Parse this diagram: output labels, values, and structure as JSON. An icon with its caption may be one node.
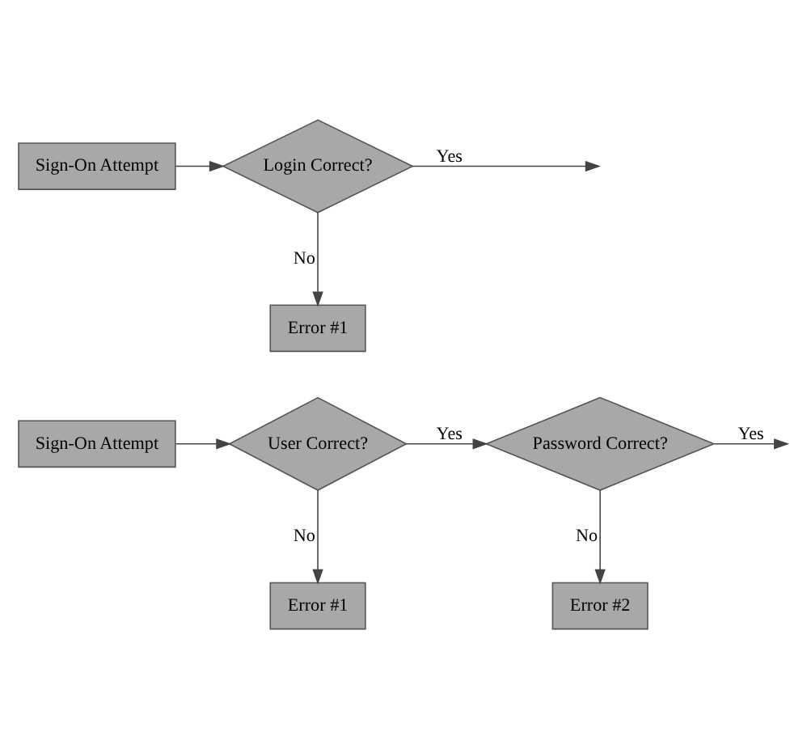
{
  "diagram": {
    "nodes": [
      {
        "text": [
          "Sign-On Attempt"
        ]
      },
      {
        "text": [
          "User Correct?"
        ]
      },
      {
        "text": [
          "Password Correct?"
        ]
      },
      {
        "text": [
          "Error #1"
        ]
      },
      {
        "text": [
          "Error #2"
        ]
      },
      {
        "text": [
          "Sign-On Attempt"
        ]
      },
      {
        "text": [
          "Login Correct?"
        ]
      },
      {
        "text": [
          "Error #1"
        ]
      }
    ],
    "edges": [
      {
        "from": 0,
        "to": 1,
        "arrow": "to"
      },
      {
        "from": 1,
        "to": 2,
        "arrow": "to",
        "label": "Yes"
      },
      {
        "from": 2,
        "to": null,
        "arrow": "to",
        "label": "Yes"
      },
      {
        "from": 1,
        "to": 3,
        "arrow": "to",
        "label": "No"
      },
      {
        "from": 2,
        "to": 4,
        "arrow": "to",
        "label": "No"
      },
      {
        "from": 5,
        "to": 6,
        "arrow": "to"
      },
      {
        "from": 6,
        "to": null,
        "arrow": "to",
        "label": "Yes"
      },
      {
        "from": 6,
        "to": 7,
        "arrow": "to",
        "label": "No"
      }
    ]
  }
}
